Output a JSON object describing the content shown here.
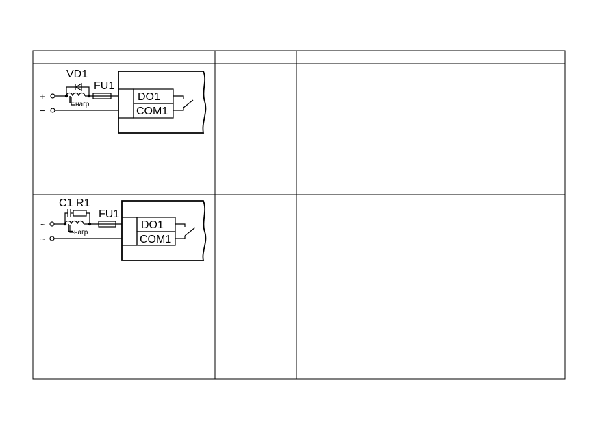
{
  "table": {
    "header": [
      "",
      "",
      ""
    ]
  },
  "circuit_dc": {
    "diode": "VD1",
    "fuse": "FU1",
    "load": "L",
    "load_subscript": "нагр",
    "plus": "+",
    "minus": "−",
    "terminal_out": "DO1",
    "terminal_com": "COM1"
  },
  "circuit_ac": {
    "capacitor": "C1",
    "resistor": "R1",
    "fuse": "FU1",
    "load": "L",
    "load_subscript": "нагр",
    "ac_top": "~",
    "ac_bottom": "~",
    "terminal_out": "DO1",
    "terminal_com": "COM1"
  },
  "colors": {
    "line": "#000000",
    "background": "#ffffff"
  }
}
